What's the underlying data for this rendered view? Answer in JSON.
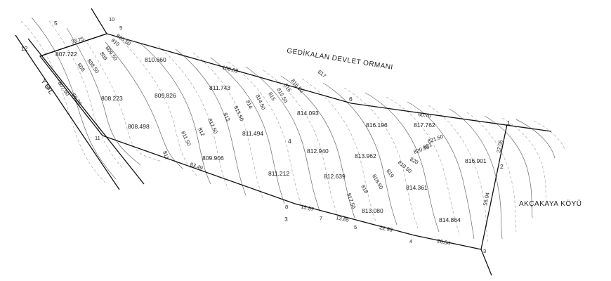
{
  "labels": {
    "forest": "GEDİKALAN DEVLET ORMANI",
    "village": "AKÇAKAYA KÖYÜ",
    "road": "YOL"
  },
  "parcel_numbers": [
    "1",
    "2",
    "3",
    "4",
    "5",
    "6",
    "7",
    "8",
    "9",
    "10",
    "11",
    "12"
  ],
  "vertex_numbers": [
    "1",
    "2",
    "3",
    "4",
    "5",
    "7",
    "8",
    "9",
    "10",
    "11",
    "12"
  ],
  "distances": [
    "100.89",
    "60.70",
    "27.05",
    "56.04",
    "26.84",
    "22.93",
    "13.85",
    "15.57",
    "83.49",
    "56.26",
    "33.75"
  ],
  "elevations": [
    "807.722",
    "808.223",
    "808.498",
    "809.826",
    "810.660",
    "811.743",
    "811.494",
    "809.906",
    "811.212",
    "812.940",
    "812.639",
    "813.962",
    "814.093",
    "813.080",
    "814.361",
    "814.864",
    "816.196",
    "817.762",
    "816.901"
  ],
  "contours": [
    "807",
    "807.50",
    "808",
    "808.50",
    "809",
    "809.50",
    "810",
    "810.50",
    "811",
    "811.50",
    "812",
    "812.50",
    "813",
    "813.50",
    "814",
    "814.50",
    "815",
    "815.50",
    "816",
    "816.50",
    "817",
    "817.50",
    "818",
    "818.50",
    "819",
    "819.50",
    "820",
    "820.50",
    "821",
    "821.50"
  ]
}
